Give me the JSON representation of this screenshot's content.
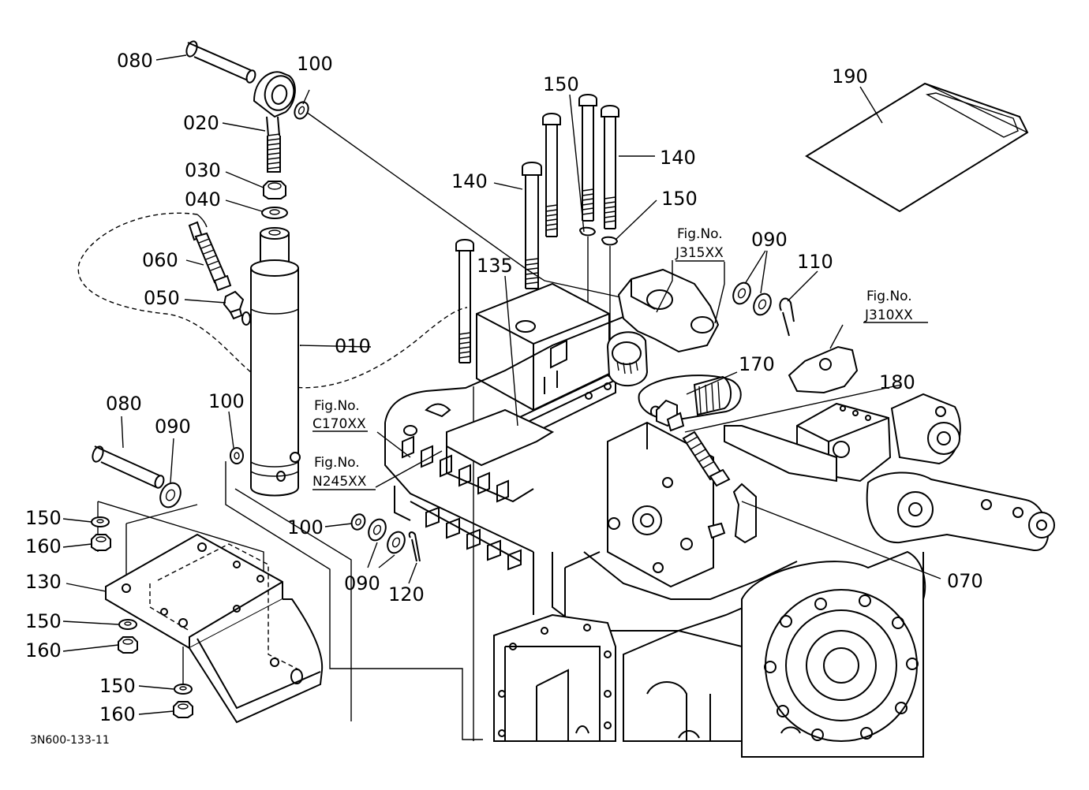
{
  "callouts": {
    "c080a": "080",
    "c100a": "100",
    "c020": "020",
    "c030": "030",
    "c040": "040",
    "c060": "060",
    "c050": "050",
    "c010": "010",
    "c080b": "080",
    "c090a": "090",
    "c100b": "100",
    "c150a": "150",
    "c160a": "160",
    "c130": "130",
    "c150b": "150",
    "c160b": "160",
    "c150c": "150",
    "c160c": "160",
    "c100c": "100",
    "c090b": "090",
    "c120": "120",
    "c135": "135",
    "c140a": "140",
    "c150d": "150",
    "c140b": "140",
    "c150e": "150",
    "c090c": "090",
    "c110": "110",
    "c170": "170",
    "c180": "180",
    "c070": "070",
    "c190": "190"
  },
  "figure_refs": {
    "r1_line1": "Fig.No.",
    "r1_line2": "J315XX",
    "r2_line1": "Fig.No.",
    "r2_line2": "J310XX",
    "r3_line1": "Fig.No.",
    "r3_line2": "C170XX",
    "r4_line1": "Fig.No.",
    "r4_line2": "N245XX"
  },
  "drawing_code": "3N600-133-11"
}
